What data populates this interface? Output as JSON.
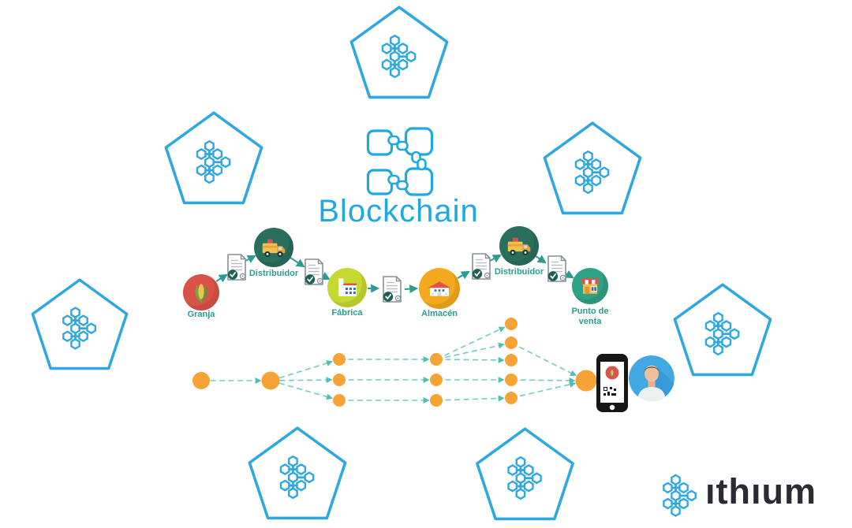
{
  "title": "Blockchain",
  "chain_icon": "blockchain-links-icon",
  "supply_chain": {
    "steps": [
      {
        "label": "Granja",
        "color": "#DA5147",
        "icon": "corn-icon"
      },
      {
        "label": "Distribuidor",
        "color": "#2A6E5E",
        "icon": "delivery-truck-icon"
      },
      {
        "label": "Fábrica",
        "color": "#C6D832",
        "icon": "factory-icon"
      },
      {
        "label": "Almacén",
        "color": "#F5A91F",
        "icon": "warehouse-icon"
      },
      {
        "label": "Distribuidor",
        "color": "#2A6E5E",
        "icon": "delivery-truck-icon"
      },
      {
        "label": "Punto de venta",
        "label_line1": "Punto de",
        "label_line2": "venta",
        "color": "#2FA185",
        "icon": "storefront-icon"
      }
    ],
    "document_icon": "signed-document-checkmark-icon",
    "document_count": 5,
    "arrow_color": "#2A9D8F"
  },
  "trace_network": {
    "node_color": "#F6A335",
    "edge_color": "#72CCC2",
    "edge_style": "dashed",
    "levels_node_counts": [
      1,
      1,
      3,
      3,
      5,
      1
    ],
    "phone_icon": "smartphone-qr-scan-icon",
    "avatar_icon": "consumer-avatar-icon"
  },
  "blockchain_nodes": {
    "pentagon_count": 7,
    "outline_color": "#2FA8DF",
    "icon": "ithium-hexagon-network-icon"
  },
  "logo": {
    "text": "ıthıum",
    "icon": "ithium-hexagon-network-icon",
    "icon_color": "#2FA8DF",
    "text_color": "#2B2B33"
  }
}
